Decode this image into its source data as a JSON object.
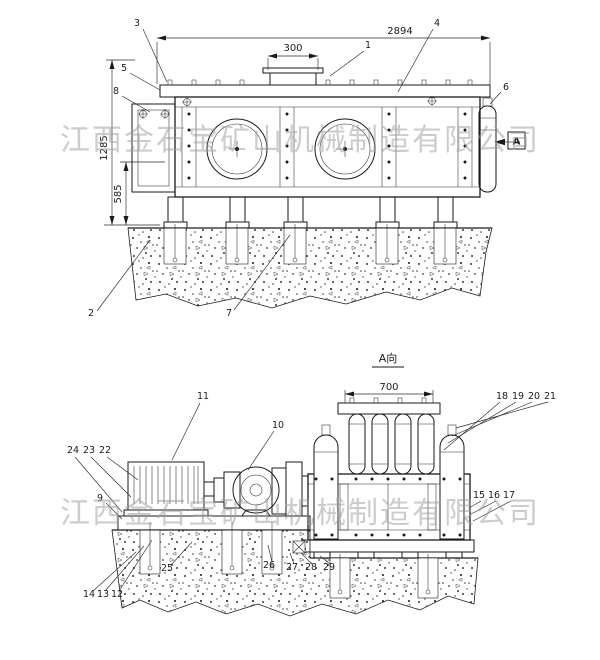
{
  "watermark": {
    "text": "江西金石宝矿山机械制造有限公司"
  },
  "top_view": {
    "dims": {
      "overall_length": "2894",
      "inlet_width": "300",
      "overall_height": "1285",
      "foundation_height": "585"
    },
    "section_label": "A",
    "callouts": {
      "n1": "1",
      "n2": "2",
      "n3": "3",
      "n4": "4",
      "n5": "5",
      "n6": "6",
      "n7": "7",
      "n8": "8"
    }
  },
  "bottom_view": {
    "title": "A向",
    "dims": {
      "flange_width": "700"
    },
    "callouts": {
      "n9": "9",
      "n10": "10",
      "n11": "11",
      "n12": "12",
      "n13": "13",
      "n14": "14",
      "n15": "15",
      "n16": "16",
      "n17": "17",
      "n18": "18",
      "n19": "19",
      "n20": "20",
      "n21": "21",
      "n22": "22",
      "n23": "23",
      "n24": "24",
      "n25": "25",
      "n26": "26",
      "n27": "27",
      "n28": "28",
      "n29": "29"
    }
  }
}
